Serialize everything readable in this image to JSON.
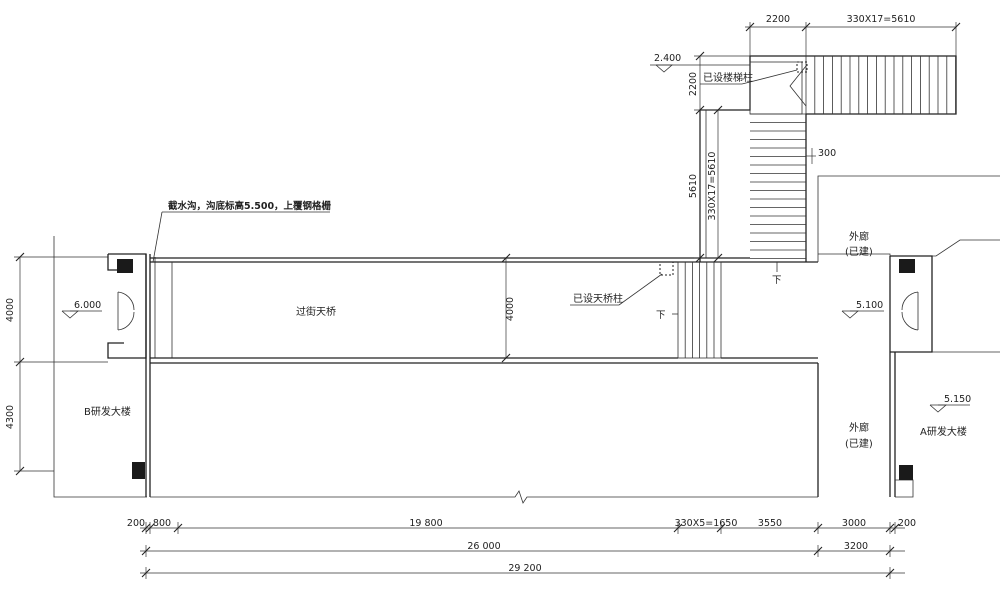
{
  "labels": {
    "gutter_note": "截水沟，沟底标高5.500，上覆钢格栅",
    "bridge": "过街天桥",
    "bridge_width": "4000",
    "existing_bridge_col": "已设天桥柱",
    "existing_stair_col": "已设楼梯柱",
    "corridor": "外廊",
    "built": "(已建)",
    "building_b": "B研发大楼",
    "building_a": "A研发大楼",
    "down": "下",
    "stair_offset": "300"
  },
  "levels": {
    "b_floor": "6.000",
    "a_corridor": "5.100",
    "a_floor": "5.150",
    "landing": "2.400"
  },
  "dims_top": [
    "2200",
    "330X17=5610"
  ],
  "dims_vertical": {
    "left_upper": "4000",
    "left_lower": "4300",
    "stair_landing": "2200",
    "stair_run_total": "5610",
    "stair_run_detail": "330X17=5610"
  },
  "dims_bottom": {
    "row1": [
      "200",
      "800",
      "19 800",
      "330X5=1650",
      "3550",
      "3000",
      "200"
    ],
    "row2": [
      "26 000",
      "3200"
    ],
    "row3": [
      "29 200"
    ]
  }
}
